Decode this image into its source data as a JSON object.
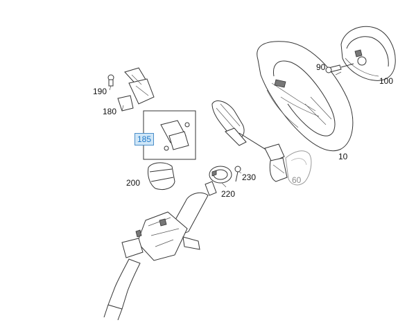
{
  "diagram": {
    "parts": [
      {
        "id": "10",
        "label": "10",
        "selected": false,
        "muted": false
      },
      {
        "id": "60",
        "label": "60",
        "selected": false,
        "muted": true
      },
      {
        "id": "90",
        "label": "90",
        "selected": false,
        "muted": false
      },
      {
        "id": "100",
        "label": "100",
        "selected": false,
        "muted": false
      },
      {
        "id": "180",
        "label": "180",
        "selected": false,
        "muted": false
      },
      {
        "id": "185",
        "label": "185",
        "selected": true,
        "muted": false
      },
      {
        "id": "190",
        "label": "190",
        "selected": false,
        "muted": false
      },
      {
        "id": "200",
        "label": "200",
        "selected": false,
        "muted": false
      },
      {
        "id": "220",
        "label": "220",
        "selected": false,
        "muted": false
      },
      {
        "id": "230",
        "label": "230",
        "selected": false,
        "muted": false
      }
    ],
    "colors": {
      "selected_text": "#1e78c8",
      "selected_bg": "#cfe6f7",
      "muted_text": "#8c8c8c"
    }
  }
}
